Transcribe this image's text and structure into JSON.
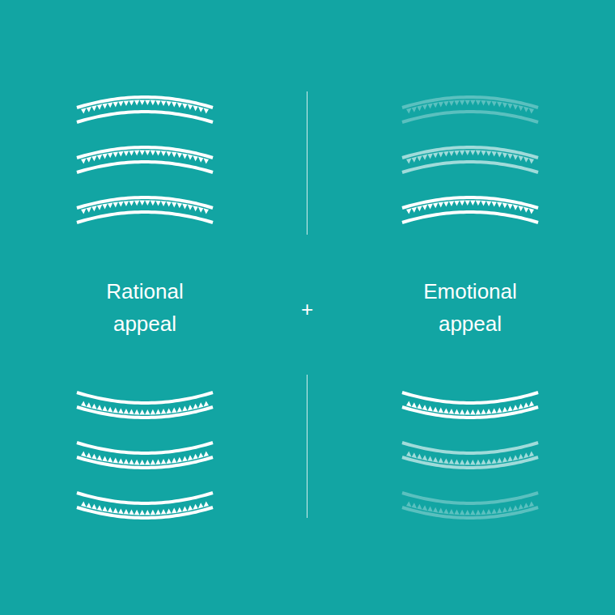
{
  "diagram": {
    "labels": [
      "Rational appeal",
      "+",
      "Emotional appeal"
    ]
  }
}
